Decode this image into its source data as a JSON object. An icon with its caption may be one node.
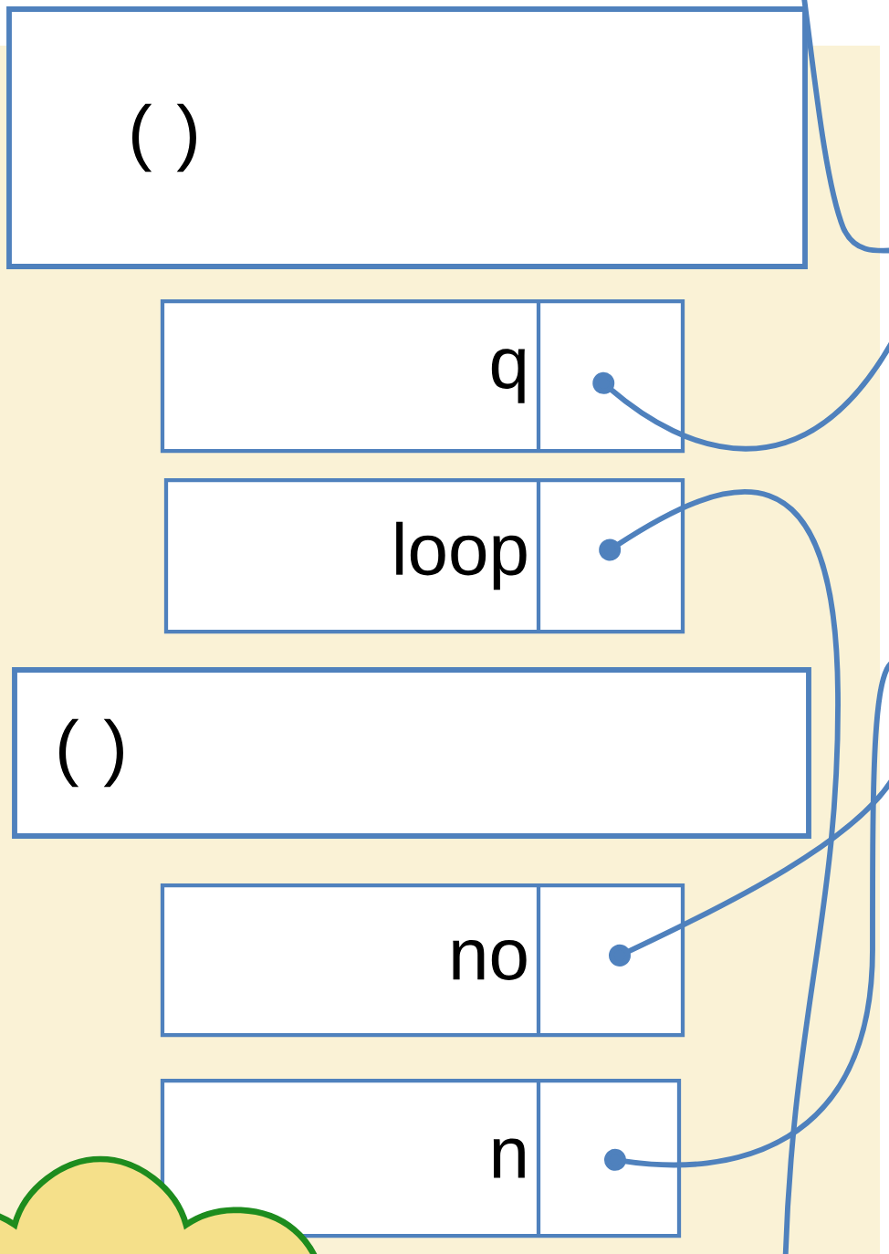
{
  "diagram": {
    "nodes": [
      {
        "text": [
          "( )"
        ]
      },
      {
        "text": [
          "q"
        ]
      },
      {
        "text": [
          "loop"
        ]
      },
      {
        "text": [
          "( )"
        ]
      },
      {
        "text": [
          "no"
        ]
      },
      {
        "text": [
          "n"
        ]
      },
      {
        "text": [],
        "shape": "cloud"
      }
    ],
    "edges": [
      {
        "from": 1,
        "to": null,
        "arrow": "other"
      },
      {
        "from": 2,
        "to": null,
        "arrow": "other"
      },
      {
        "from": 4,
        "to": null,
        "arrow": "other"
      },
      {
        "from": 5,
        "to": null,
        "arrow": "other"
      }
    ]
  }
}
